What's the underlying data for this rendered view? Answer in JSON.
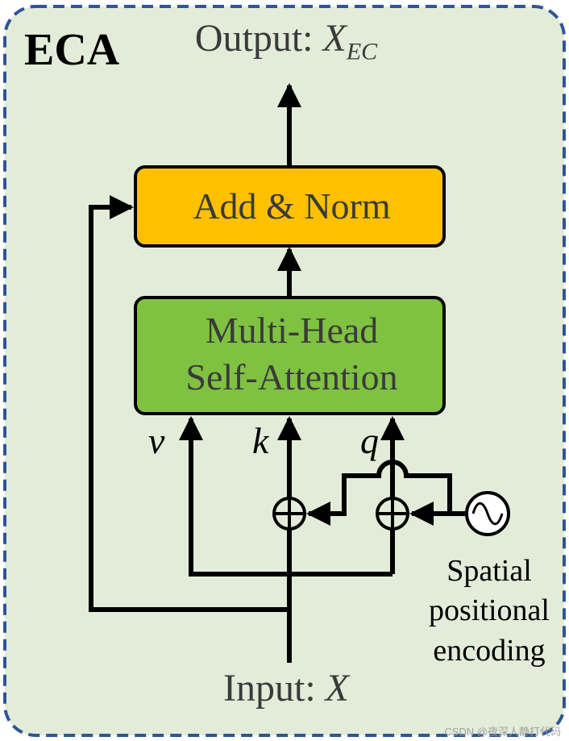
{
  "title": "ECA",
  "output": {
    "label": "Output:",
    "symbol": "X",
    "subscript": "EC"
  },
  "input": {
    "label": "Input:",
    "symbol": "X"
  },
  "blocks": {
    "add_norm": "Add & Norm",
    "attention_line1": "Multi-Head",
    "attention_line2": "Self-Attention"
  },
  "inputs": {
    "v": "v",
    "k": "k",
    "q": "q"
  },
  "positional_encoding": {
    "line1": "Spatial",
    "line2": "positional",
    "line3": "encoding"
  },
  "watermark": "CSDN @夜深人静打代码",
  "colors": {
    "panel_fill": "#e3ecd9",
    "panel_border": "#2f5597",
    "add_norm_fill": "#ffc000",
    "attention_fill": "#7fc241"
  }
}
